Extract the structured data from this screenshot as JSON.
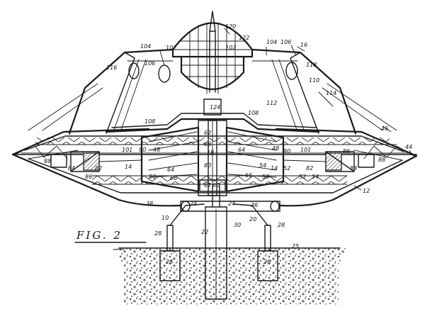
{
  "figure_caption": "FIG. 2",
  "labels": [
    {
      "id": "l120",
      "text": "120"
    },
    {
      "id": "l122",
      "text": "122"
    },
    {
      "id": "l104a",
      "text": "104"
    },
    {
      "id": "l102a",
      "text": "102"
    },
    {
      "id": "l102b",
      "text": "102"
    },
    {
      "id": "l104b",
      "text": "104"
    },
    {
      "id": "l106a",
      "text": "106"
    },
    {
      "id": "l106b",
      "text": "106"
    },
    {
      "id": "l16",
      "text": "16"
    },
    {
      "id": "l116",
      "text": "116"
    },
    {
      "id": "l118",
      "text": "118"
    },
    {
      "id": "l110",
      "text": "110"
    },
    {
      "id": "l112",
      "text": "112"
    },
    {
      "id": "l114",
      "text": "114"
    },
    {
      "id": "l124",
      "text": "124"
    },
    {
      "id": "l108a",
      "text": "108"
    },
    {
      "id": "l108b",
      "text": "108"
    },
    {
      "id": "l62a",
      "text": "62"
    },
    {
      "id": "l46",
      "text": "46"
    },
    {
      "id": "l44",
      "text": "44"
    },
    {
      "id": "l88a",
      "text": "88"
    },
    {
      "id": "l88b",
      "text": "88"
    },
    {
      "id": "l101a",
      "text": "101"
    },
    {
      "id": "l90a",
      "text": "90"
    },
    {
      "id": "l48a",
      "text": "48"
    },
    {
      "id": "l60a",
      "text": "60"
    },
    {
      "id": "l18",
      "text": "18"
    },
    {
      "id": "l64a",
      "text": "64"
    },
    {
      "id": "l48b",
      "text": "48"
    },
    {
      "id": "l90b",
      "text": "90"
    },
    {
      "id": "l101b",
      "text": "101"
    },
    {
      "id": "l86a",
      "text": "86"
    },
    {
      "id": "l84a",
      "text": "84"
    },
    {
      "id": "l82a",
      "text": "82"
    },
    {
      "id": "l14a",
      "text": "14"
    },
    {
      "id": "l64b",
      "text": "64"
    },
    {
      "id": "l80",
      "text": "80"
    },
    {
      "id": "l54a",
      "text": "54"
    },
    {
      "id": "l14b",
      "text": "14"
    },
    {
      "id": "l52a",
      "text": "52"
    },
    {
      "id": "l82b",
      "text": "82"
    },
    {
      "id": "l84b",
      "text": "84"
    },
    {
      "id": "l86b",
      "text": "86"
    },
    {
      "id": "l66a",
      "text": "66"
    },
    {
      "id": "l66b",
      "text": "66"
    },
    {
      "id": "l50a",
      "text": "50"
    },
    {
      "id": "l50b",
      "text": "50"
    },
    {
      "id": "l52b",
      "text": "52"
    },
    {
      "id": "l54b",
      "text": "54"
    },
    {
      "id": "l62b",
      "text": "62"
    },
    {
      "id": "l60b",
      "text": "60"
    },
    {
      "id": "l12",
      "text": "12"
    },
    {
      "id": "l38",
      "text": "38"
    },
    {
      "id": "l24a",
      "text": "24"
    },
    {
      "id": "l24b",
      "text": "24"
    },
    {
      "id": "l36",
      "text": "36"
    },
    {
      "id": "l10",
      "text": "10"
    },
    {
      "id": "l30",
      "text": "30"
    },
    {
      "id": "l20",
      "text": "20"
    },
    {
      "id": "l28a",
      "text": "28"
    },
    {
      "id": "l28b",
      "text": "28"
    },
    {
      "id": "l22",
      "text": "22"
    },
    {
      "id": "l25",
      "text": "25"
    },
    {
      "id": "l26a",
      "text": "26"
    },
    {
      "id": "l26b",
      "text": "26"
    }
  ]
}
